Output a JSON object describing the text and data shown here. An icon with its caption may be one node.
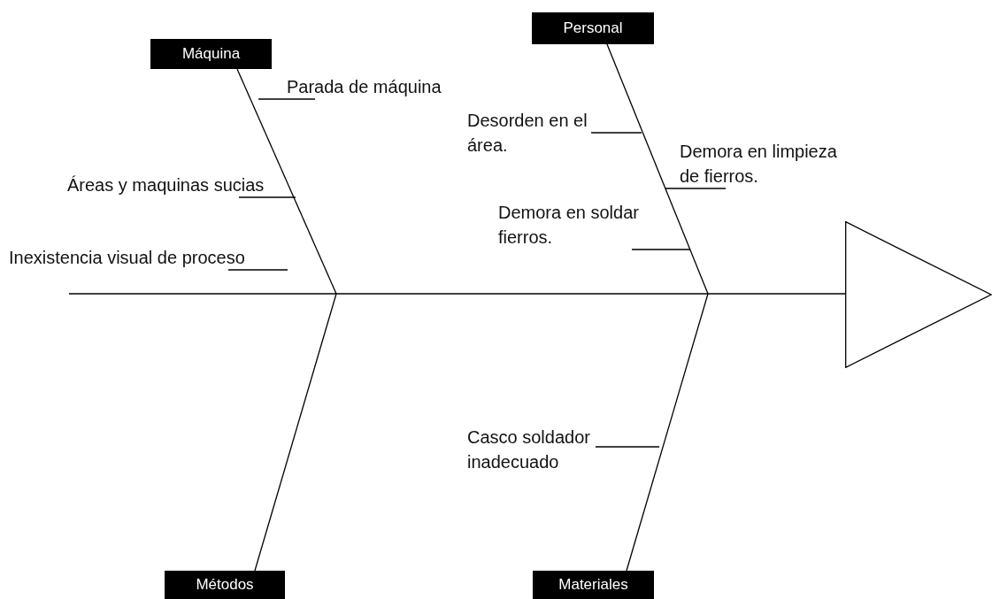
{
  "diagram": {
    "nodes": [
      {
        "text": [
          "Máquina"
        ]
      },
      {
        "text": [
          "Personal"
        ]
      },
      {
        "text": [
          "Métodos"
        ]
      },
      {
        "text": [
          "Materiales"
        ]
      },
      {
        "text": [],
        "shape": "triangle"
      },
      {
        "text": [
          "Parada de máquina"
        ]
      },
      {
        "text": [
          "Áreas y maquinas sucias"
        ]
      },
      {
        "text": [
          "Desorden en el área."
        ]
      },
      {
        "text": [
          "Demora en limpieza de fierros."
        ]
      },
      {
        "text": [
          "Demora en soldar fierros."
        ]
      },
      {
        "text": [
          "Inexistencia visual de proceso"
        ]
      },
      {
        "text": [
          "Casco soldador inadecuado"
        ]
      }
    ],
    "edges": [
      {
        "from": null,
        "to": 4,
        "arrow": "none"
      },
      {
        "from": 0,
        "to": null,
        "arrow": "none"
      },
      {
        "from": 1,
        "to": null,
        "arrow": "none"
      },
      {
        "from": 2,
        "to": null,
        "arrow": "none"
      },
      {
        "from": 3,
        "to": null,
        "arrow": "none"
      },
      {
        "from": 5,
        "to": null,
        "arrow": "none"
      },
      {
        "from": 6,
        "to": null,
        "arrow": "none"
      },
      {
        "from": 7,
        "to": null,
        "arrow": "none"
      },
      {
        "from": 8,
        "to": null,
        "arrow": "none"
      },
      {
        "from": 9,
        "to": null,
        "arrow": "none"
      },
      {
        "from": 10,
        "to": null,
        "arrow": "none"
      },
      {
        "from": 11,
        "to": null,
        "arrow": "none"
      }
    ]
  }
}
